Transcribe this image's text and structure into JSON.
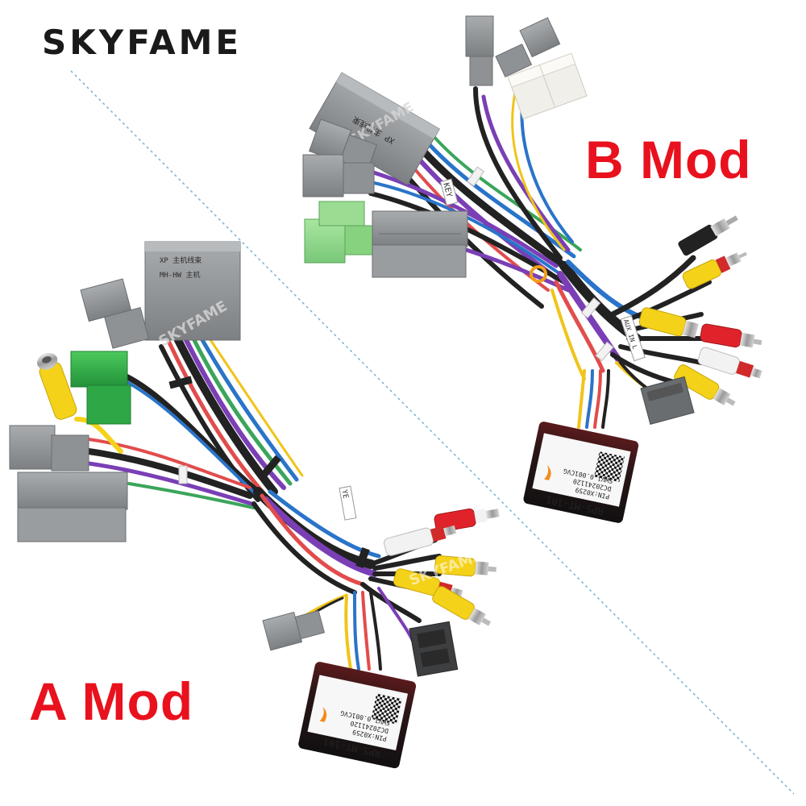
{
  "brand": {
    "name": "SKYFAME"
  },
  "labels": {
    "b_mod": "B Mod",
    "a_mod": "A Mod"
  },
  "watermark": "SKYFAME",
  "harness_b": {
    "top_box_text": "XP 主机线束",
    "key_tag": "KEY",
    "aux_tag": "AUX_IN_L",
    "decoder": {
      "model": "RPS-MT-101",
      "line1": "SWV1.0.001CVG",
      "line2": "DC20241120",
      "line3": "PIN:X0259"
    }
  },
  "harness_a": {
    "top_box_line1": "XP 主机线束",
    "top_box_line2": "MH-HW 主机",
    "tag": "YE",
    "decoder": {
      "model": "RPS-MT-101",
      "line1": "SWV1.0.001CVG",
      "line2": "DC20241120",
      "line3": "PIN:X0259"
    }
  },
  "colors": {
    "label_red": "#e8111d",
    "divider": "#7ab6d8",
    "connector_grey": "#8f9295",
    "connector_green": "#35b14a"
  }
}
